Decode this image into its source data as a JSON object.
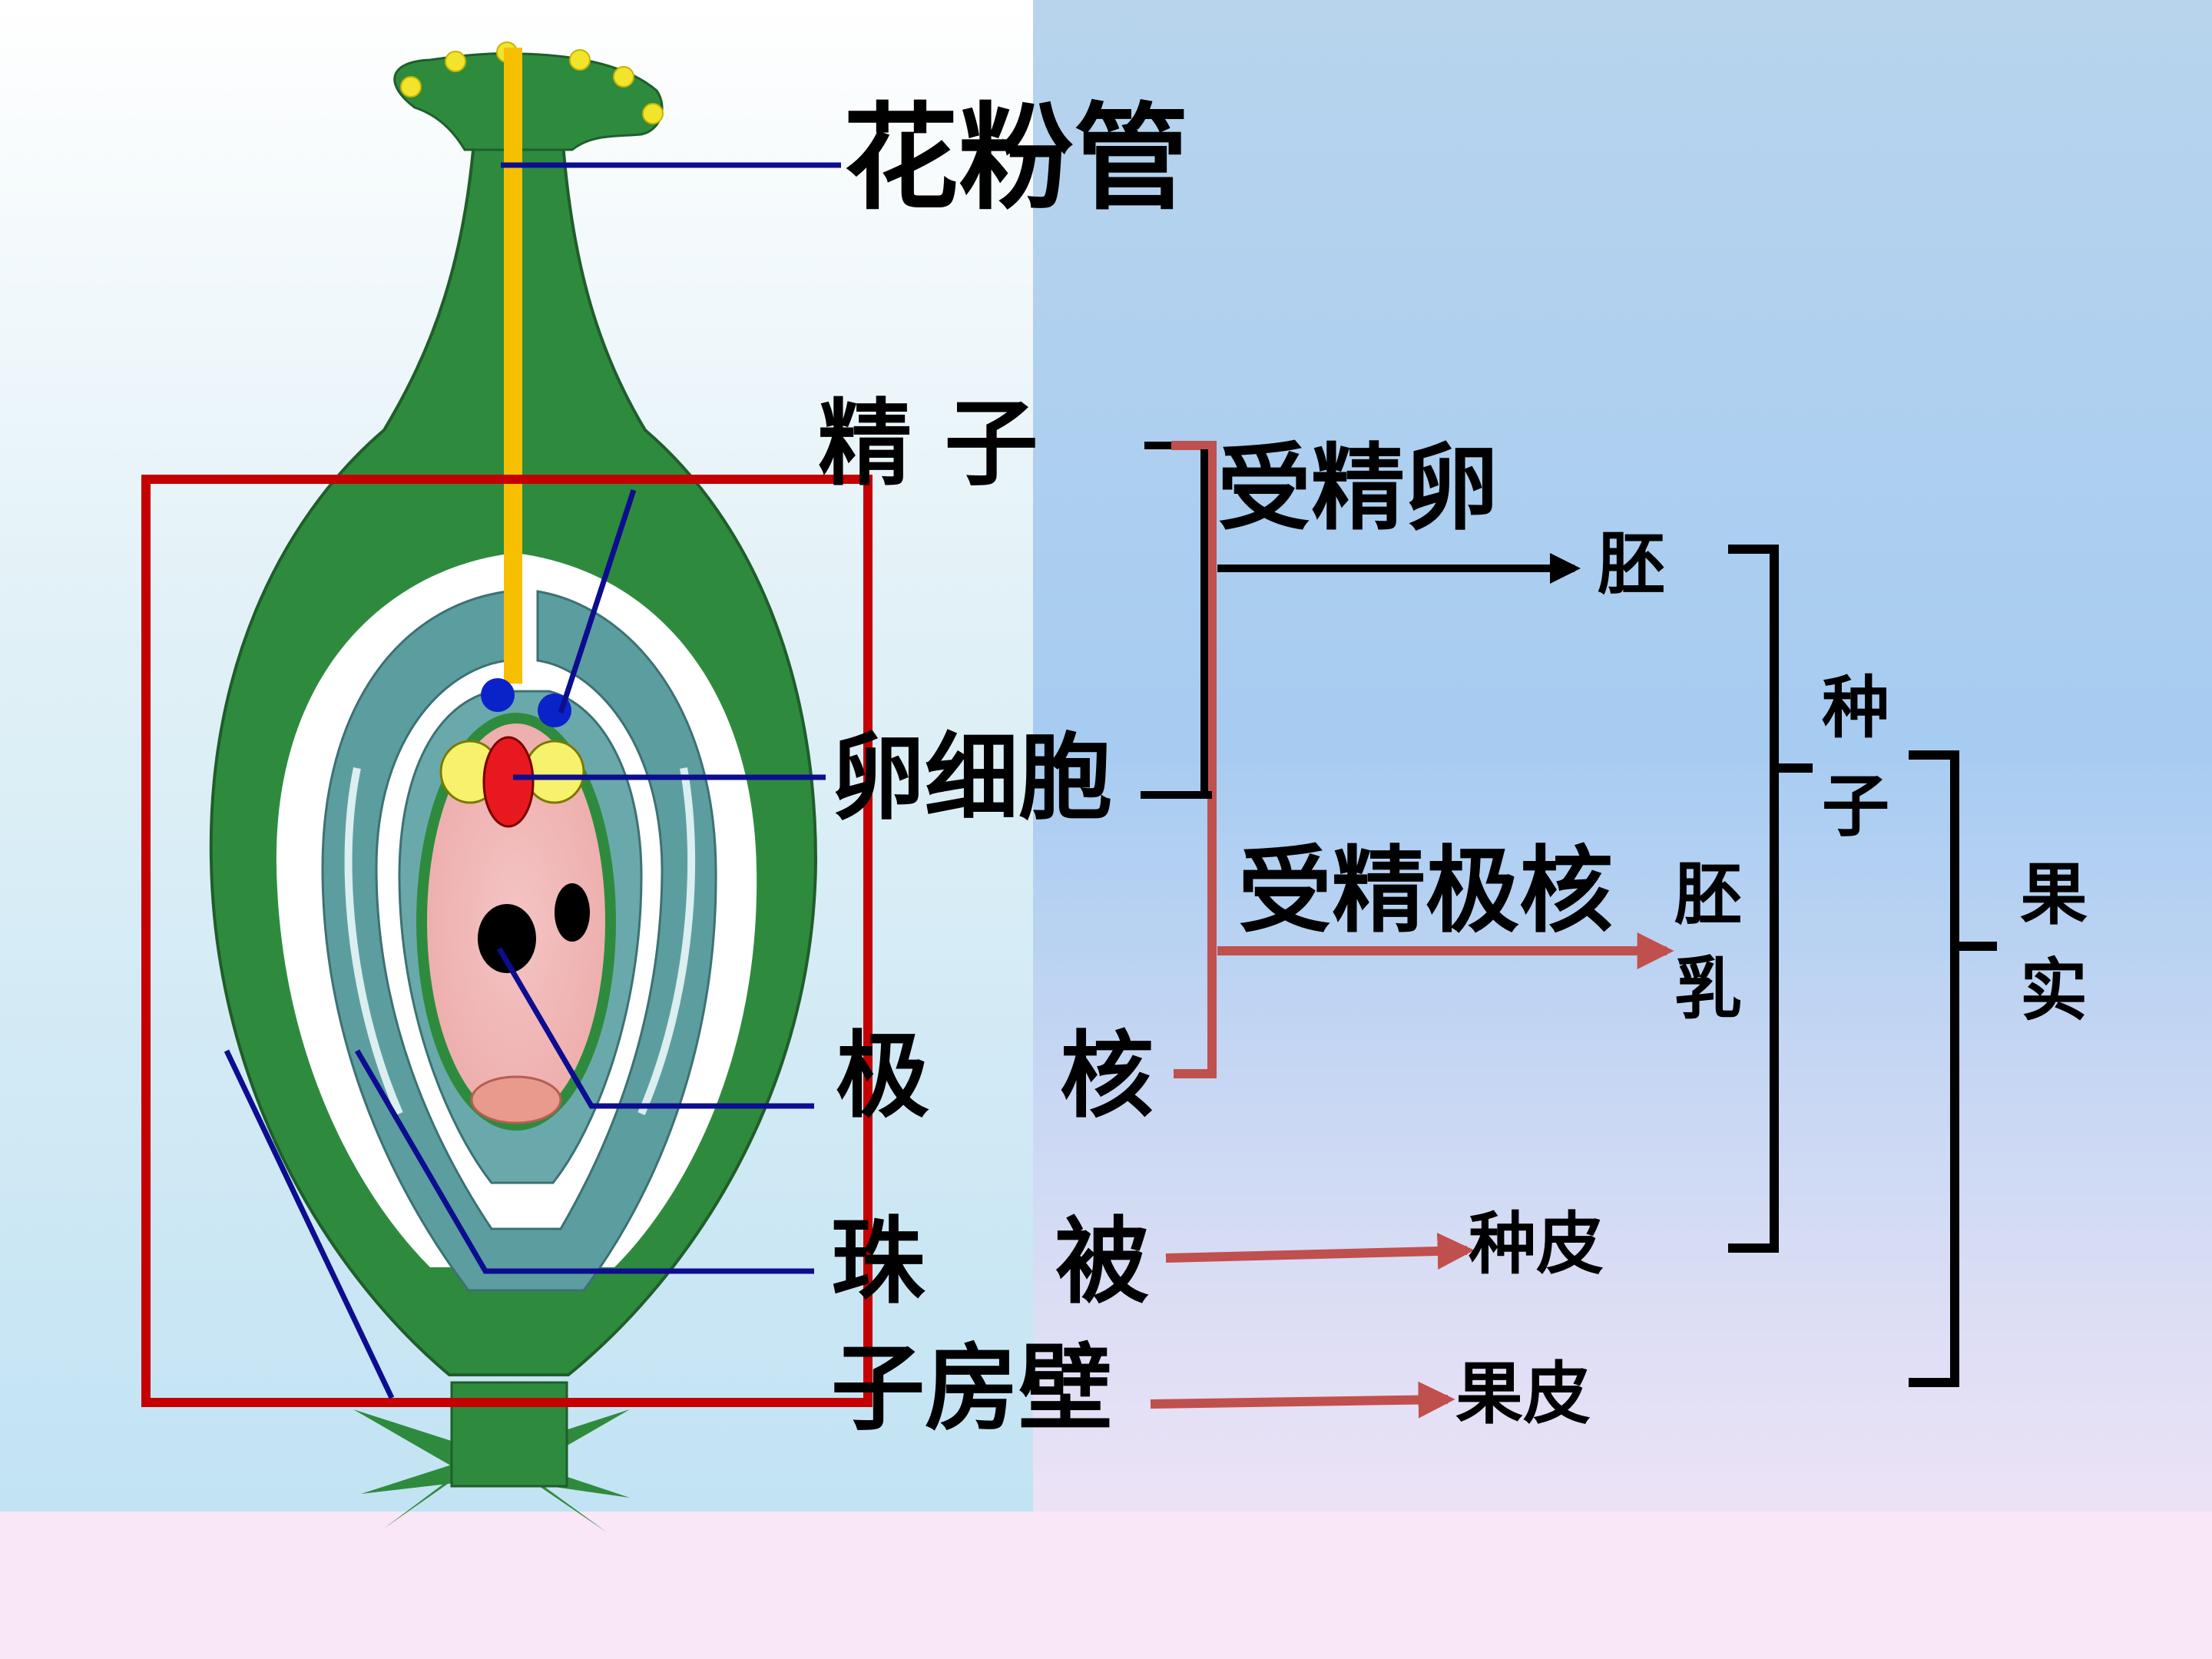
{
  "labels": {
    "pollen_tube": "花粉管",
    "sperm": "精 子",
    "egg_cell": "卵细胞",
    "polar_nuclei": "极    核",
    "integument": "珠    被",
    "ovary_wall": "子房壁",
    "fertilized_egg": "受精卵",
    "fertilized_polar_nuclei": "受精极核",
    "embryo": "胚",
    "endosperm_1": "胚",
    "endosperm_2": "乳",
    "seed_1": "种",
    "seed_2": "子",
    "fruit_1": "果",
    "fruit_2": "实",
    "seed_coat": "种皮",
    "pericarp": "果皮"
  },
  "colors": {
    "background_top": "#ffffff",
    "background_blue": "#a9cdef",
    "background_pink": "#f9e6f7",
    "ovary_green": "#2e8b3e",
    "ovule_teal": "#5c9ea0",
    "pollen_tube_yellow": "#f6bf00",
    "leader_line_navy": "#0d0d8f",
    "highlight_box_red": "#c40000",
    "bracket_red": "#c0504d",
    "bracket_black": "#000000"
  }
}
